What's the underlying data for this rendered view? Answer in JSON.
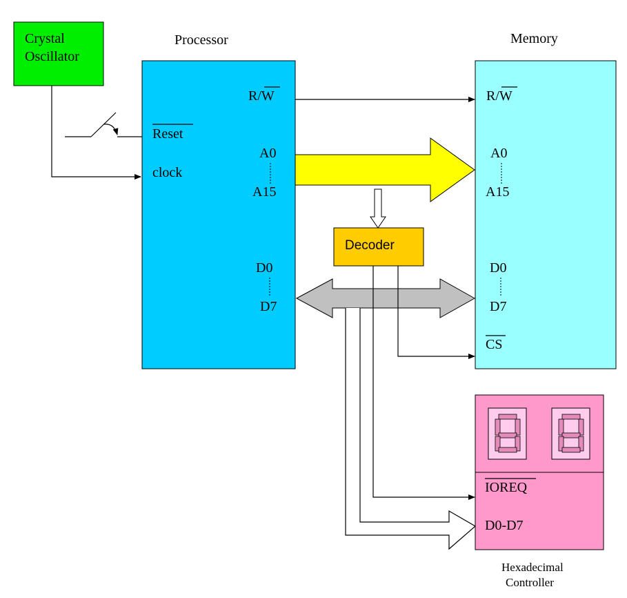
{
  "oscillator": {
    "line1": "Crystal",
    "line2": "Oscillator"
  },
  "processor": {
    "title": "Processor",
    "rw_r": "R/",
    "rw_w": "W",
    "reset": "Reset",
    "clock": "clock",
    "a0": "A0",
    "a15": "A15",
    "d0": "D0",
    "d7": "D7"
  },
  "memory": {
    "title": "Memory",
    "rw_r": "R/",
    "rw_w": "W",
    "a0": "A0",
    "a15": "A15",
    "d0": "D0",
    "d7": "D7",
    "cs": "CS"
  },
  "decoder": {
    "label": "Decoder"
  },
  "hex_controller": {
    "ioreq": "IOREQ",
    "data": "D0-D7",
    "caption_line1": "Hexadecimal",
    "caption_line2": "Controller"
  },
  "colors": {
    "oscillator": "#00ee00",
    "processor": "#00ccff",
    "memory": "#99ffff",
    "address_bus": "#ffff00",
    "data_bus": "#c0c0c0",
    "decoder": "#ffcc00",
    "controller": "#ff99cc"
  }
}
